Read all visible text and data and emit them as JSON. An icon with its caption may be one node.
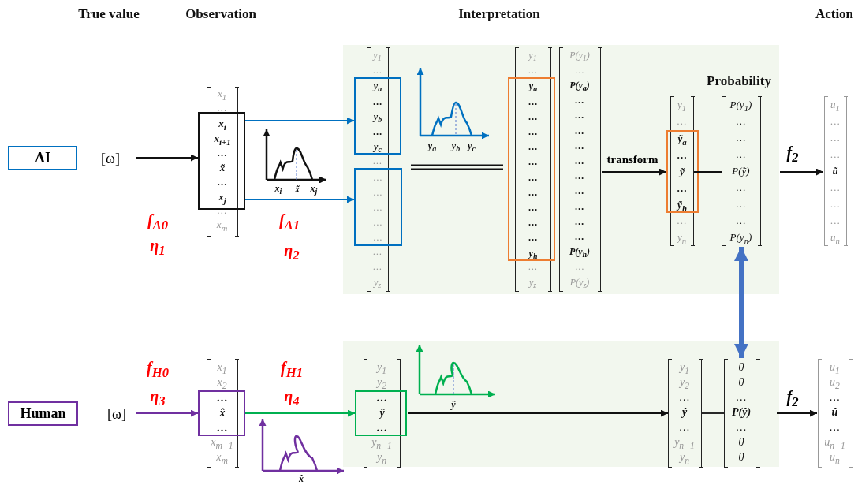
{
  "diagram": {
    "nodes": [
      {
        "text": [
          "AI"
        ]
      },
      {
        "text": [
          "[ω]"
        ]
      },
      {
        "text": [
          "x$_{1}$",
          "…",
          "…",
          "x$_{m}$"
        ]
      },
      {
        "text": [
          "x$_{i}$",
          "x$_{i+1}$",
          "…",
          "x̃",
          "…",
          "x$_{j}$"
        ]
      },
      {
        "text": [],
        "shape": "box"
      },
      {
        "text": [
          "y$_{1}$",
          "…",
          "…",
          "…",
          "…",
          "y$_{z}$"
        ],
        "in": 4
      },
      {
        "text": [
          "y$_{a}$",
          "…",
          "y$_{b}$",
          "…",
          "y$_{c}$"
        ],
        "in": 4
      },
      {
        "text": [
          "…",
          "…",
          "…",
          "…",
          "…"
        ],
        "in": 4
      },
      {
        "text": [
          "y$_{1}$",
          "…",
          "…",
          "y$_{z}$"
        ],
        "in": 4
      },
      {
        "text": [
          "P(y$_{1}$)",
          "…",
          "P(y$_{a}$)",
          "…",
          "…",
          "…",
          "…",
          "…",
          "…",
          "…",
          "…",
          "…",
          "…",
          "P(y$_{h}$)",
          "…",
          "P(y$_{z}$)"
        ],
        "in": 4
      },
      {
        "text": [
          "y$_{a}$",
          "…",
          "…",
          "…",
          "…",
          "…",
          "…",
          "…",
          "…",
          "…",
          "…",
          "y$_{h}$"
        ],
        "in": 4
      },
      {
        "text": [
          "y$_{1}$",
          "…",
          "…",
          "y$_{n}$"
        ],
        "in": 4
      },
      {
        "text": [
          "ỹ$_{a}$",
          "…",
          "ỹ",
          "…",
          "ỹ$_{h}$"
        ],
        "in": 4
      },
      {
        "text": [
          "P(y$_{1}$)",
          "…",
          "…",
          "…",
          "P(ỹ)",
          "…",
          "…",
          "…",
          "P(y$_{n}$)"
        ],
        "in": 4
      },
      {
        "text": [
          "u$_{1}$",
          "…",
          "…",
          "…",
          "ũ",
          "…",
          "…",
          "…",
          "u$_{n}$"
        ]
      },
      {
        "text": [
          "Human"
        ]
      },
      {
        "text": [
          "[ω]"
        ]
      },
      {
        "text": [
          "x$_{1}$",
          "x$_{2}$",
          "x$_{m−1}$",
          "x$_{m}$"
        ]
      },
      {
        "text": [
          "…",
          "x̂",
          "…"
        ]
      },
      {
        "text": [],
        "shape": "box"
      },
      {
        "text": [
          "y$_{1}$",
          "y$_{2}$",
          "y$_{n−1}$",
          "y$_{n}$"
        ],
        "in": 19
      },
      {
        "text": [
          "…",
          "ŷ",
          "…"
        ],
        "in": 19
      },
      {
        "text": [
          "y$_{1}$",
          "y$_{2}$",
          "…",
          "ŷ",
          "…",
          "y$_{n−1}$",
          "y$_{n}$"
        ],
        "in": 19
      },
      {
        "text": [
          "0",
          "0",
          "…",
          "P(ŷ)",
          "…",
          "0",
          "0"
        ],
        "in": 19
      },
      {
        "text": [
          "u$_{1}$",
          "u$_{2}$",
          "…",
          "û",
          "…",
          "u$_{n−1}$",
          "u$_{n}$"
        ]
      }
    ],
    "edges": [
      {
        "from": 1,
        "to": 3,
        "arrow": "to"
      },
      {
        "from": 3,
        "to": 6,
        "arrow": "to",
        "color": "#0070c0"
      },
      {
        "from": 3,
        "to": 7,
        "arrow": "to",
        "color": "#0070c0"
      },
      {
        "from": 9,
        "to": 12,
        "arrow": "to",
        "label": "transform"
      },
      {
        "from": 11,
        "to": 13,
        "arrow": "none"
      },
      {
        "from": 13,
        "to": 14,
        "arrow": "to",
        "label": "f$_{2}$"
      },
      {
        "from": 16,
        "to": 18,
        "arrow": "to",
        "color": "#7030a0"
      },
      {
        "from": 18,
        "to": 21,
        "arrow": "to",
        "color": "#00b050"
      },
      {
        "from": 21,
        "to": 22,
        "arrow": "to"
      },
      {
        "from": 22,
        "to": 23,
        "arrow": "none"
      },
      {
        "from": 23,
        "to": 24,
        "arrow": "to",
        "label": "f$_{2}$"
      },
      {
        "from": 13,
        "to": 23,
        "arrow": "both",
        "style": "thick",
        "color": "#4472c4"
      }
    ],
    "labels": [
      "True value",
      "Observation",
      "Interpretation",
      "Action",
      "x$_{i}$",
      "x̃",
      "x$_{j}$",
      "y$_{a}$",
      "y$_{b}$",
      "y$_{c}$",
      "Probability",
      "f$_{A0}$",
      "η$_{1}$",
      "f$_{A1}$",
      "η$_{2}$",
      "f$_{H0}$",
      "η$_{3}$",
      "f$_{H1}$",
      "η$_{4}$",
      "ŷ",
      "x̂"
    ]
  }
}
